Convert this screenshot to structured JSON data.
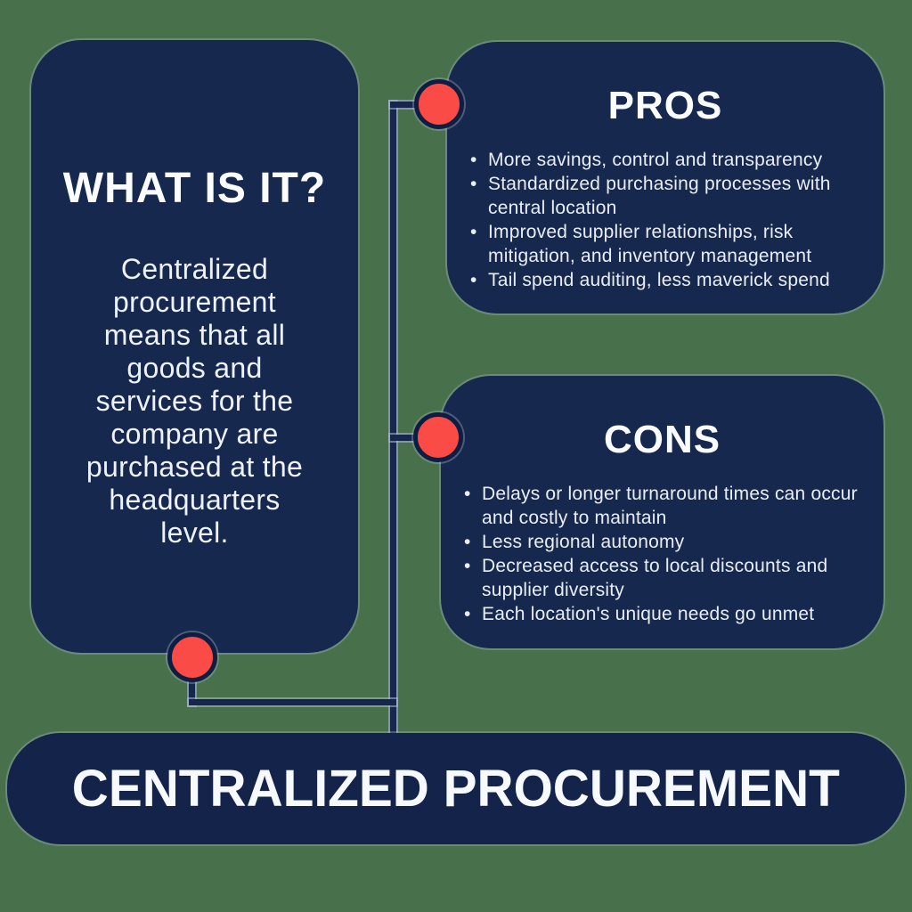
{
  "colors": {
    "background_green": "#48714B",
    "box_navy": "#16284E",
    "banner_navy": "#14234A",
    "accent_red": "#FA4B47",
    "line_navy": "#16264C",
    "text_white": "#F2F6FC"
  },
  "what_box": {
    "title": "WHAT IS IT?",
    "description": "Centralized\nprocurement\nmeans that all\ngoods and\nservices for the\ncompany are\npurchased at the\nheadquarters\nlevel."
  },
  "pros_box": {
    "title": "PROS",
    "bullets": [
      "More savings, control and transparency",
      "Standardized purchasing processes with central location",
      "Improved supplier relationships, risk mitigation, and inventory management",
      "Tail spend auditing, less maverick spend"
    ]
  },
  "cons_box": {
    "title": "CONS",
    "bullets": [
      "Delays or longer turnaround times can occur and costly to maintain",
      "Less regional autonomy",
      "Decreased access to local discounts and supplier diversity",
      "Each location's unique needs go unmet"
    ]
  },
  "banner": {
    "title": "CENTRALIZED PROCUREMENT"
  }
}
